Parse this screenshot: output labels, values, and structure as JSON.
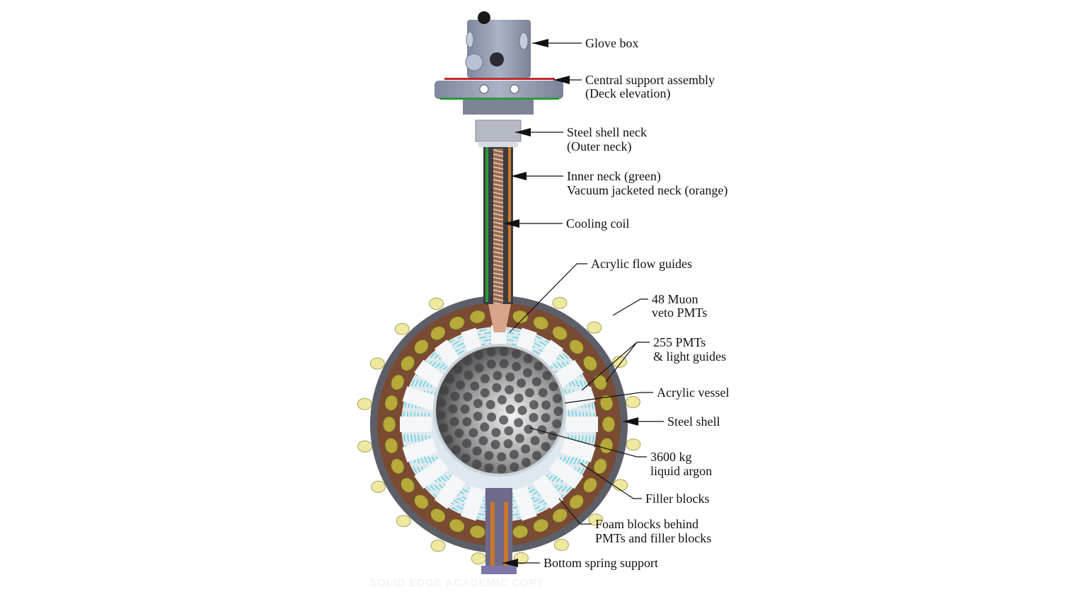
{
  "labels": {
    "glove_box": "Glove box",
    "central_support_1": "Central support assembly",
    "central_support_2": "(Deck elevation)",
    "steel_neck_1": "Steel shell neck",
    "steel_neck_2": "(Outer neck)",
    "inner_neck_1": "Inner neck (green)",
    "inner_neck_2": "Vacuum jacketed neck (orange)",
    "cooling_coil": "Cooling coil",
    "flow_guides": "Acrylic flow guides",
    "muon_1": "48 Muon",
    "muon_2": "veto PMTs",
    "pmts_1": "255 PMTs",
    "pmts_2": "& light guides",
    "acrylic_vessel": "Acrylic vessel",
    "steel_shell": "Steel shell",
    "argon_1": "3600 kg",
    "argon_2": "liquid argon",
    "filler_blocks": "Filler blocks",
    "foam_1": "Foam blocks behind",
    "foam_2": "PMTs and filler blocks",
    "bottom_support": "Bottom spring support"
  },
  "watermark": "SOLID EDGE ACADEMIC COPY",
  "colors": {
    "steel": "#8f96a8",
    "foam": "#7a4a32",
    "pmt": "#b7a93a",
    "filler": "#52d3e0",
    "deck_red": "#c0282b",
    "deck_green": "#2a9a3a"
  }
}
